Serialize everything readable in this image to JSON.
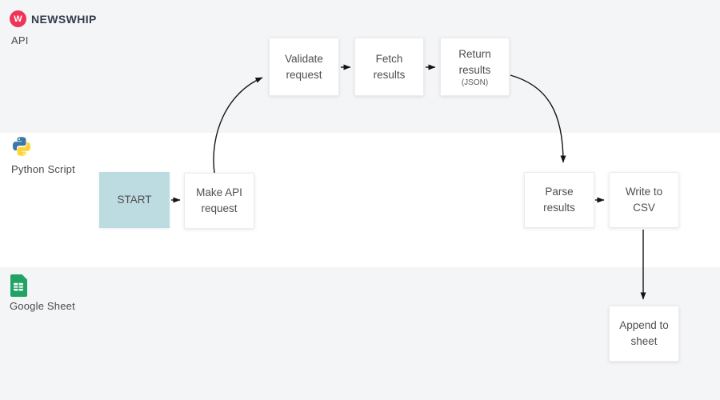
{
  "brand": {
    "logo_letter": "W",
    "name_regular": "NEWS",
    "name_bold": "WHIP"
  },
  "lanes": {
    "api": {
      "label": "API"
    },
    "python": {
      "label": "Python Script"
    },
    "sheet": {
      "label": "Google Sheet"
    }
  },
  "nodes": {
    "start": {
      "label": "START"
    },
    "make_api": {
      "label": "Make API request"
    },
    "validate": {
      "label": "Validate request"
    },
    "fetch": {
      "label": "Fetch results"
    },
    "return_results": {
      "label": "Return results",
      "sublabel": "(JSON)"
    },
    "parse": {
      "label": "Parse results"
    },
    "write_csv": {
      "label": "Write to CSV"
    },
    "append": {
      "label": "Append to sheet"
    }
  },
  "flow": {
    "edges": [
      {
        "from": "START",
        "to": "Make API request"
      },
      {
        "from": "Make API request",
        "to": "Validate request"
      },
      {
        "from": "Validate request",
        "to": "Fetch results"
      },
      {
        "from": "Fetch results",
        "to": "Return results (JSON)"
      },
      {
        "from": "Return results (JSON)",
        "to": "Parse results"
      },
      {
        "from": "Parse results",
        "to": "Write to CSV"
      },
      {
        "from": "Write to CSV",
        "to": "Append to sheet"
      }
    ]
  },
  "colors": {
    "lane_gray": "#f4f5f7",
    "lane_white": "#ffffff",
    "start_fill": "#bcdce1",
    "node_border": "#ececee",
    "arrow": "#141414",
    "node_text": "#4f4f4f",
    "brand_red": "#ee3558",
    "brand_navy": "#323c4d",
    "python_blue": "#3b77a8",
    "python_yellow": "#ffd43b",
    "sheets_green": "#21a366"
  }
}
